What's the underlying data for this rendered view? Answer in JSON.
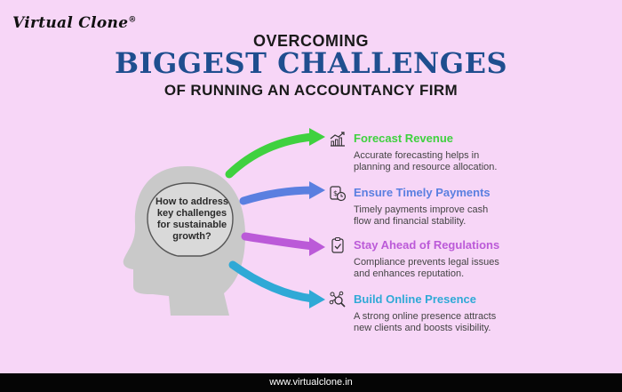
{
  "brand": {
    "name": "Virtual Clone",
    "mark": "®"
  },
  "heading": {
    "line1": "OVERCOMING",
    "line2": "BIGGEST CHALLENGES",
    "line3": "OF RUNNING AN ACCOUNTANCY FIRM"
  },
  "question": "How to address key challenges for sustainable growth?",
  "items": [
    {
      "title": "Forecast Revenue",
      "desc": "Accurate forecasting helps in planning and resource allocation.",
      "color": "#3fd13f",
      "icon": "growth-chart-icon"
    },
    {
      "title": "Ensure Timely Payments",
      "desc": "Timely payments improve cash flow and financial stability.",
      "color": "#5a7fe0",
      "icon": "payment-clock-icon"
    },
    {
      "title": "Stay Ahead of Regulations",
      "desc": "Compliance prevents legal issues and enhances reputation.",
      "color": "#bb5ad8",
      "icon": "clipboard-check-icon"
    },
    {
      "title": "Build Online Presence",
      "desc": "A strong online presence attracts new clients and boosts visibility.",
      "color": "#2fa9d6",
      "icon": "network-search-icon"
    }
  ],
  "footer": {
    "url": "www.virtualclone.in"
  }
}
